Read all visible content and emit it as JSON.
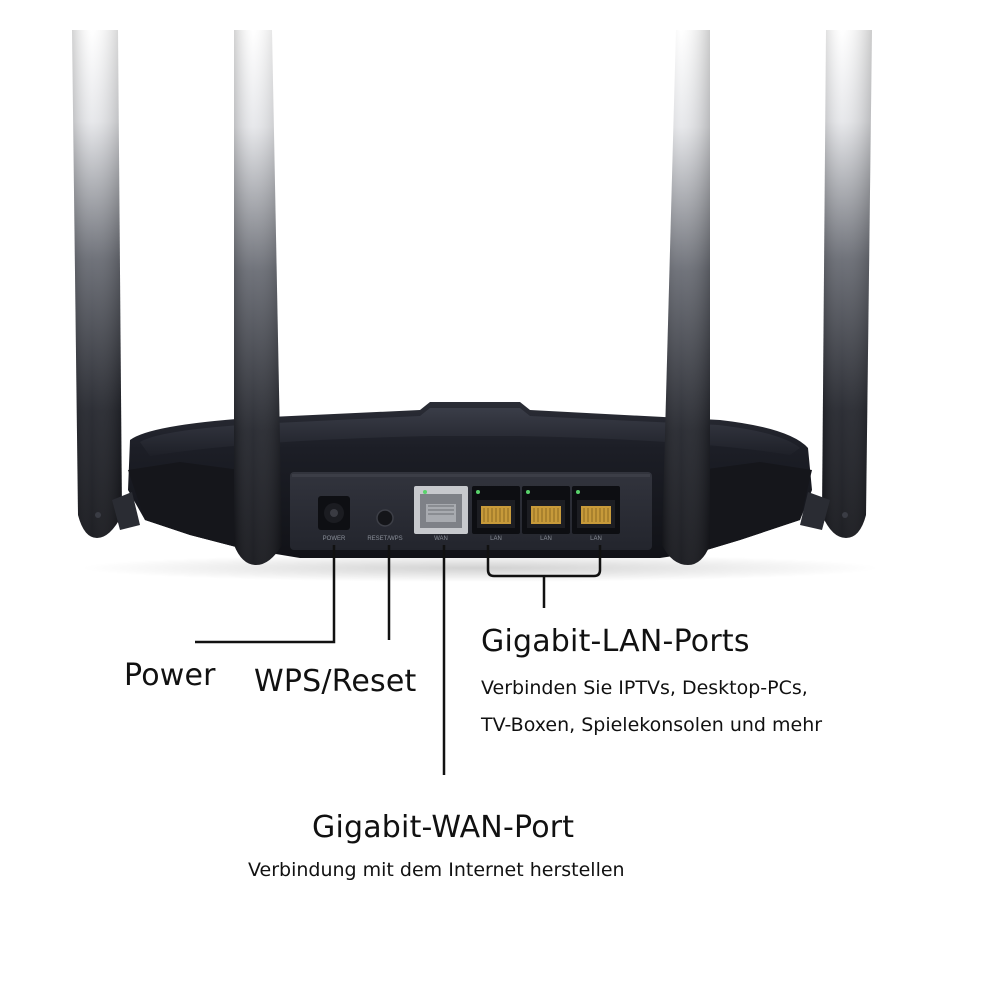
{
  "router": {
    "port_labels": {
      "power": "POWER",
      "reset": "RESET/WPS",
      "wan": "WAN",
      "lan": [
        "LAN",
        "LAN",
        "LAN"
      ]
    }
  },
  "callouts": {
    "power": {
      "title": "Power"
    },
    "wps_reset": {
      "title": "WPS/Reset"
    },
    "lan": {
      "title": "Gigabit-LAN-Ports",
      "desc_line1": "Verbinden Sie IPTVs, Desktop-PCs,",
      "desc_line2": "TV-Boxen, Spielekonsolen und mehr"
    },
    "wan": {
      "title": "Gigabit-WAN-Port",
      "desc": "Verbindung mit dem Internet herstellen"
    }
  },
  "colors": {
    "router_body": "#1a1c23",
    "panel": "#2a2c34",
    "port_gold": "#c79a3a",
    "wan_port": "#b9bcc2",
    "line": "#111111"
  }
}
